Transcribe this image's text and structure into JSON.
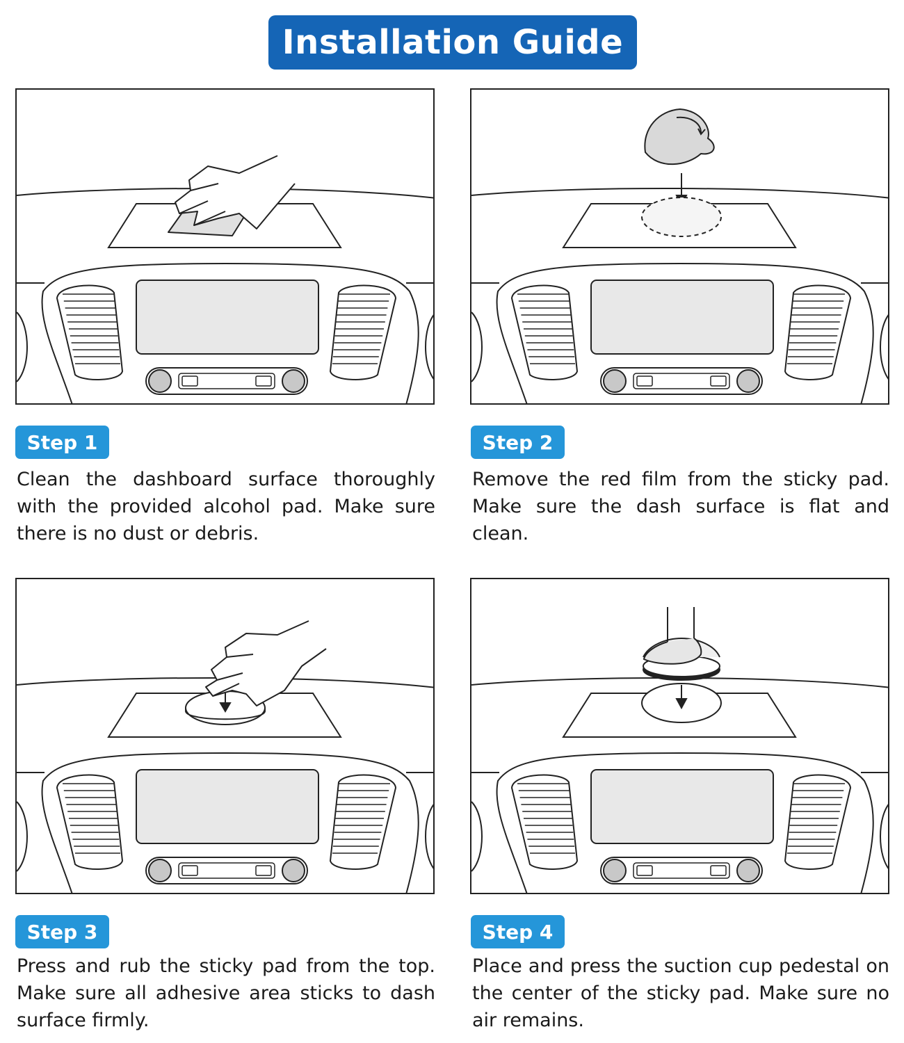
{
  "title": "Installation Guide",
  "colors": {
    "banner": "#1565b6",
    "badge": "#2596d9",
    "line": "#222222",
    "fill_grey": "#e6e6e6"
  },
  "steps": [
    {
      "badge": "Step 1",
      "text": "Clean the dashboard surface thoroughly with the provided alcohol pad. Make sure there is no dust or debris.",
      "illustration": "hand-wiping-dashboard"
    },
    {
      "badge": "Step 2",
      "text": "Remove the        red film from the sticky pad. Make sure the dash surface is flat and clean.",
      "illustration": "peeling-sticky-pad"
    },
    {
      "badge": "Step 3",
      "text": "Press and rub the sticky pad from the top. Make sure all adhesive area sticks to dash surface firmly.",
      "illustration": "hand-pressing-pad"
    },
    {
      "badge": "Step 4",
      "text": "Place and press the suction cup pedestal on the center of the sticky pad. Make sure no air remains.",
      "illustration": "suction-cup-on-pad"
    }
  ]
}
